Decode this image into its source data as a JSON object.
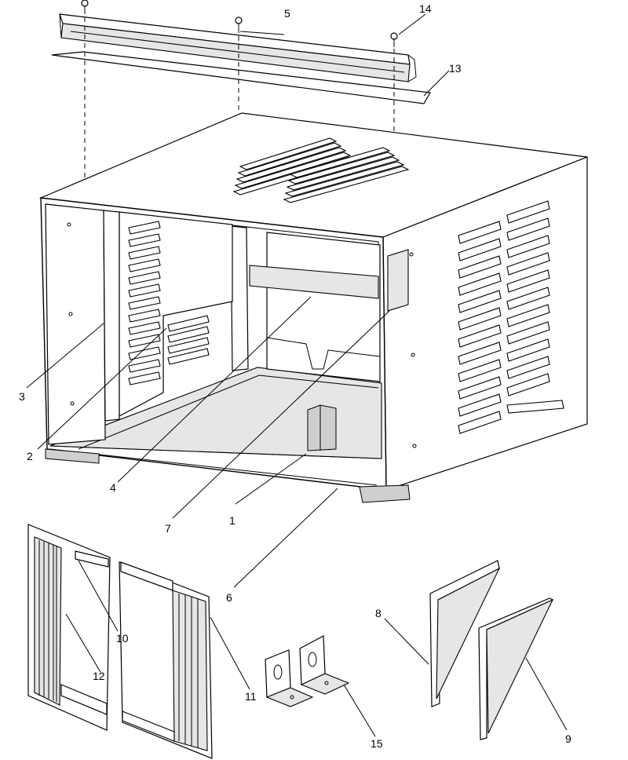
{
  "callouts": {
    "c1": "1",
    "c2": "2",
    "c3": "3",
    "c4": "4",
    "c5": "5",
    "c6": "6",
    "c7": "7",
    "c8": "8",
    "c9": "9",
    "c10": "10",
    "c11": "11",
    "c12": "12",
    "c13": "13",
    "c14": "14",
    "c15": "15"
  },
  "colors": {
    "line": "#000000",
    "shade": "#e6e6e6",
    "background": "#ffffff"
  }
}
